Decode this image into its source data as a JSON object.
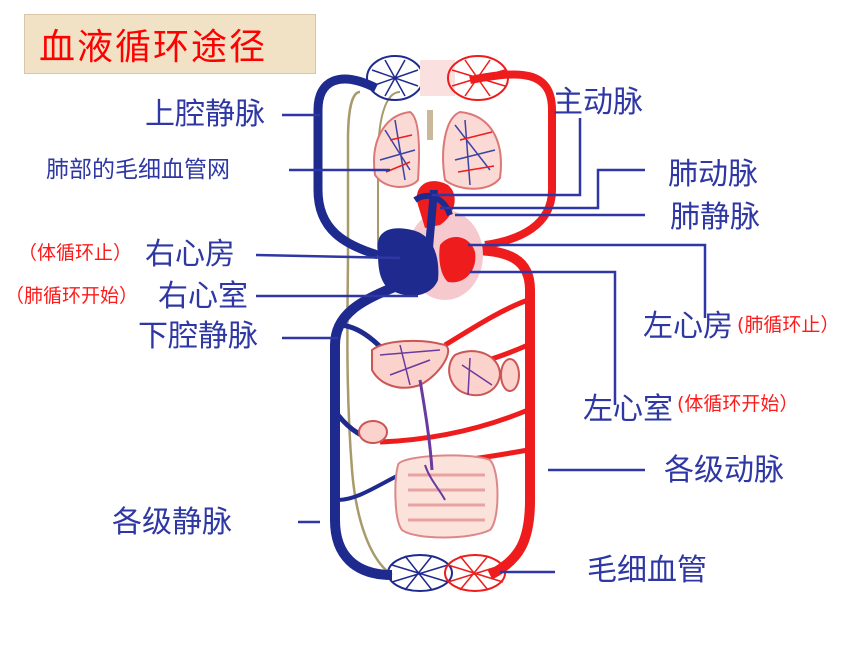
{
  "title": "血液循环途径",
  "labels": {
    "superior_vena_cava": "上腔静脉",
    "lung_capillary_net": "肺部的毛细血管网",
    "right_atrium_note": "（体循环止）",
    "right_atrium": "右心房",
    "right_ventricle_note": "（肺循环开始）",
    "right_ventricle": "右心室",
    "inferior_vena_cava": "下腔静脉",
    "veins": "各级静脉",
    "aorta": "主动脉",
    "pulmonary_artery": "肺动脉",
    "pulmonary_vein": "肺静脉",
    "left_atrium": "左心房",
    "left_atrium_note": "(肺循环止）",
    "left_ventricle": "左心室",
    "left_ventricle_note": "(体循环开始）",
    "arteries": "各级动脉",
    "capillaries": "毛细血管"
  },
  "colors": {
    "label": "#2e37a3",
    "note": "#ff1a1a",
    "title": "#ff0000",
    "title_bg": "#f1e2c6",
    "artery": "#ee1c1c",
    "vein": "#1f2a8f",
    "lymph": "#a89a6a"
  }
}
